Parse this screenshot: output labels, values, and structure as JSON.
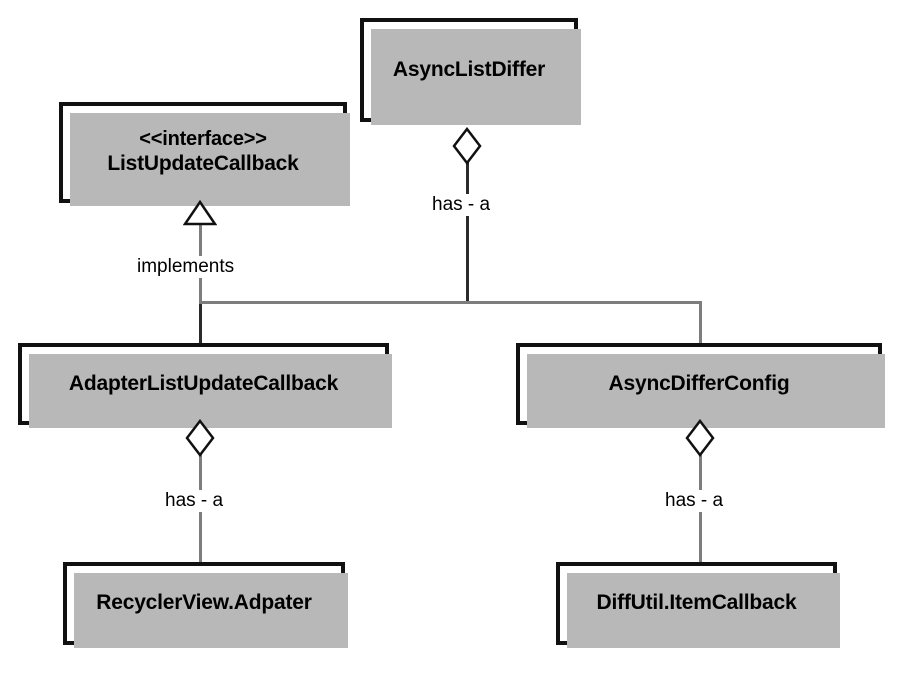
{
  "diagram": {
    "title": "AsyncListDiffer UML class diagram",
    "type": "uml-class-diagram",
    "background_color": "#ffffff",
    "box_border_color": "#111111",
    "box_fill_color": "#ffffff",
    "shadow_color": "#b8b8b8",
    "connector_color": "#7d7d7d",
    "connector_dark_color": "#2b2b2b"
  },
  "nodes": {
    "async_list_differ": {
      "name": "AsyncListDiffer"
    },
    "list_update_callback": {
      "stereotype": "<<interface>>",
      "name": "ListUpdateCallback"
    },
    "adapter_list_update_callback": {
      "name": "AdapterListUpdateCallback"
    },
    "async_differ_config": {
      "name": "AsyncDifferConfig"
    },
    "recycler_view_adapter": {
      "name": "RecyclerView.Adpater"
    },
    "diff_util_item_callback": {
      "name": "DiffUtil.ItemCallback"
    }
  },
  "edges": {
    "implements": {
      "label": "implements",
      "kind": "generalization"
    },
    "differ_has_a": {
      "label": "has - a",
      "kind": "aggregation"
    },
    "adapter_has_a": {
      "label": "has - a",
      "kind": "aggregation"
    },
    "config_has_a": {
      "label": "has - a",
      "kind": "aggregation"
    }
  }
}
